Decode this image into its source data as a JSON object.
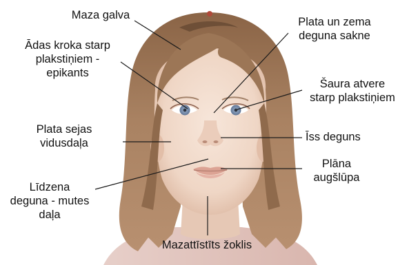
{
  "labels": {
    "small_head": "Maza galva",
    "epicanthus": [
      "Ādas kroka starp",
      "plakstiņiem -",
      "epikants"
    ],
    "mid_face": [
      "Plata sejas",
      "vidusdaļa"
    ],
    "philtrum": [
      "Līdzena",
      "deguna - mutes",
      "daļa"
    ],
    "nasal_bridge": [
      "Plata un zema",
      "deguna sakne"
    ],
    "eye_openings": [
      "Šaura atvere",
      "starp plakstiņiem"
    ],
    "short_nose": "Īss deguns",
    "upper_lip": [
      "Plāna",
      "augšlūpa"
    ],
    "jaw": "Mazattīstīts žoklis"
  },
  "colors": {
    "hair_light": "#a07a58",
    "hair_dark": "#5e4330",
    "skin": "#f2ddcf",
    "skin_shadow": "#e3c2ae",
    "iris": "#7d93b0",
    "lips": "#dfa89a",
    "leader": "#1a1a1a"
  }
}
